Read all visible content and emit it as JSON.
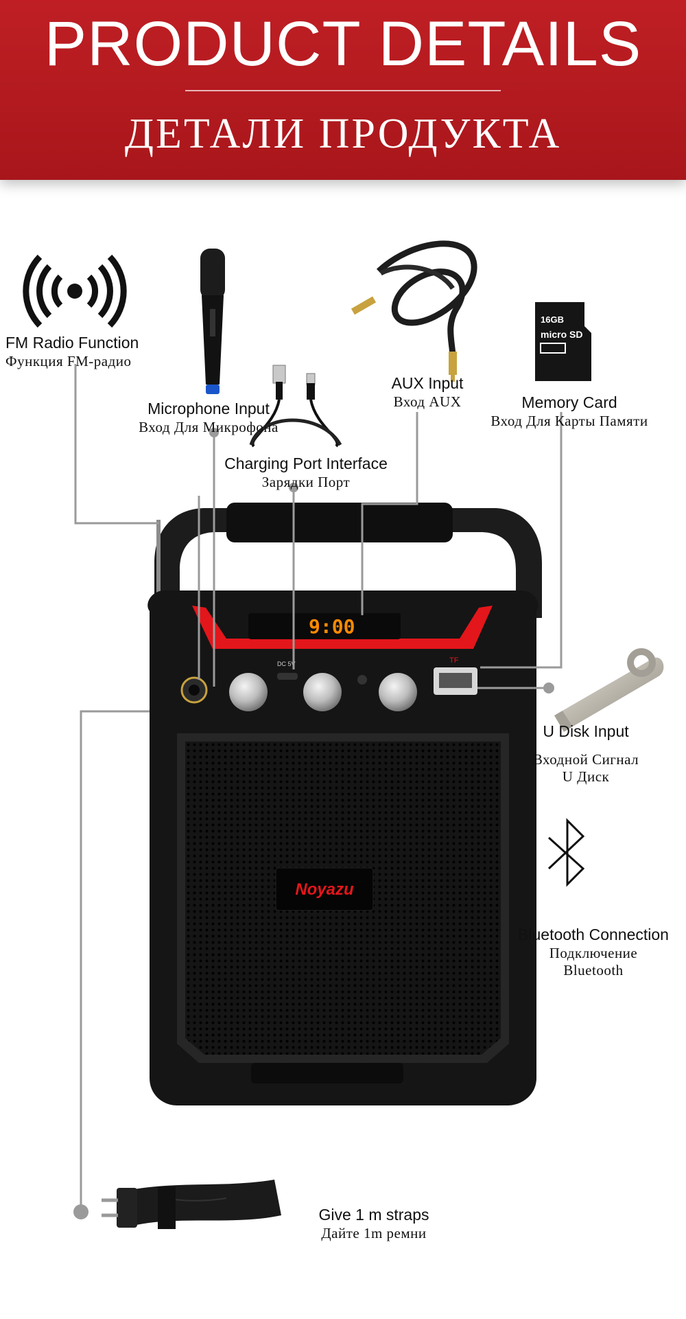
{
  "banner": {
    "title": "PRODUCT DETAILS",
    "subtitle": "ДЕТАЛИ ПРОДУКТА"
  },
  "features": {
    "fm_radio": {
      "en": "FM Radio Function",
      "ru": "Функция FM-радио"
    },
    "microphone": {
      "en": "Microphone Input",
      "ru": "Вход Для Микрофона"
    },
    "charging": {
      "en": "Charging Port Interface",
      "ru": "Зарядки Порт"
    },
    "aux": {
      "en": "AUX Input",
      "ru": "Вход AUX"
    },
    "memory_card": {
      "en": "Memory Card",
      "ru": "Вход Для Карты Памяти"
    },
    "u_disk": {
      "en": "U Disk Input",
      "ru_line1": "Входной Сигнал",
      "ru_line2": "U Диск"
    },
    "bluetooth": {
      "en": "Bluetooth Connection",
      "ru_line1": "Подключение",
      "ru_line2": "Bluetooth"
    },
    "strap": {
      "en": "Give 1 m straps",
      "ru": "Дайте 1m ремни"
    }
  },
  "speaker": {
    "brand": "Noyazu",
    "display_time": "9:00",
    "dc_label": "DC 5V",
    "tf_label": "TF"
  },
  "sd_card": {
    "capacity": "16GB",
    "brand": "micro SD"
  },
  "colors": {
    "banner_red": "#b61b20",
    "speaker_red": "#e3161b",
    "display_orange": "#ff8a00",
    "leader_gray": "#9a9a9a"
  }
}
